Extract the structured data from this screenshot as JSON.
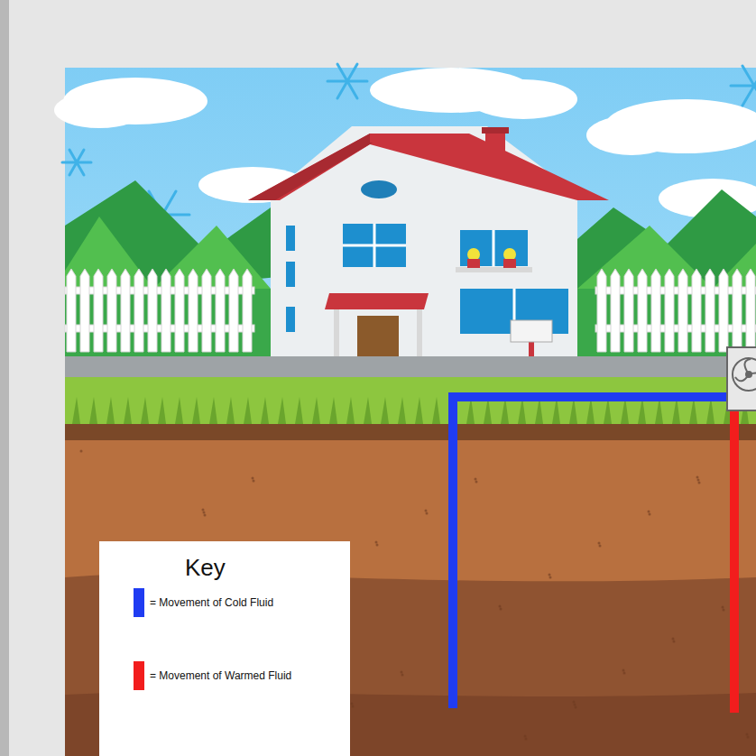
{
  "diagram": {
    "labels": [
      "Key"
    ],
    "legend": [
      {
        "text": "= Movement of Cold Fluid",
        "color": "#1f3cf2"
      },
      {
        "text": "= Movement of Warmed Fluid",
        "color": "#f21d1d"
      }
    ]
  }
}
